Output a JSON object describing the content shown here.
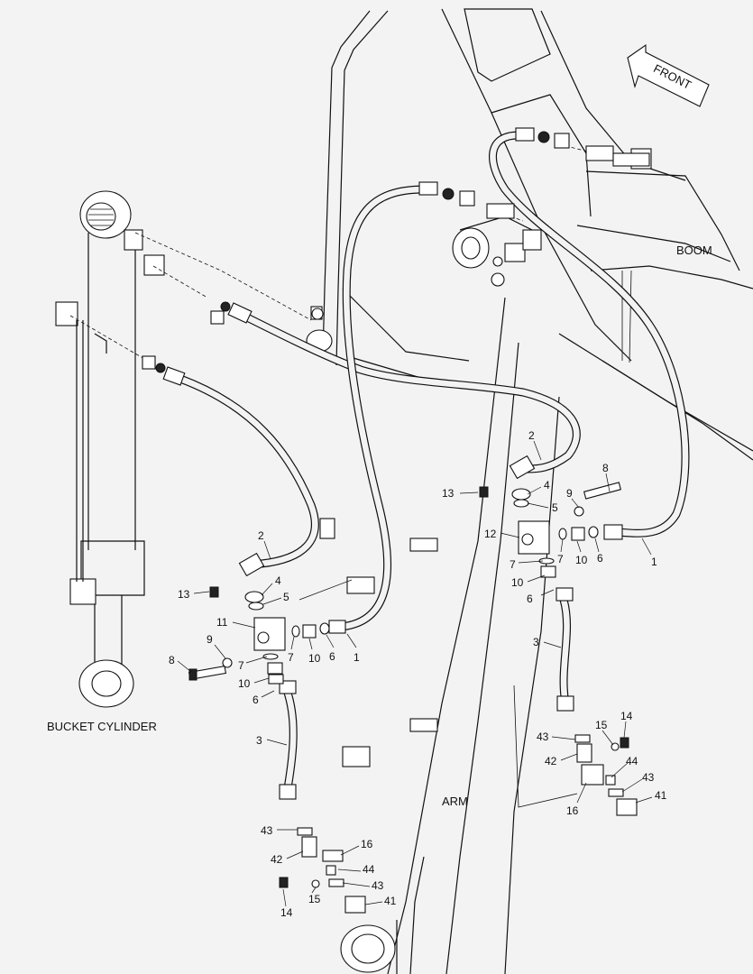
{
  "labels": {
    "front": "FRONT",
    "boom": "BOOM",
    "arm": "ARM",
    "bucket_cylinder": "BUCKET CYLINDER"
  },
  "callouts": {
    "r_2": "2",
    "r_13": "13",
    "r_4": "4",
    "r_5": "5",
    "r_8": "8",
    "r_9": "9",
    "r_12": "12",
    "r_7a": "7",
    "r_7b": "7",
    "r_10a": "10",
    "r_6a": "6",
    "r_1": "1",
    "r_10b": "10",
    "r_6b": "6",
    "r_3": "3",
    "r_14": "14",
    "r_15": "15",
    "r_43a": "43",
    "r_42": "42",
    "r_44": "44",
    "r_43b": "43",
    "r_16": "16",
    "r_41": "41",
    "l_2": "2",
    "l_13": "13",
    "l_4": "4",
    "l_5": "5",
    "l_11": "11",
    "l_9": "9",
    "l_8": "8",
    "l_7a": "7",
    "l_7b": "7",
    "l_10a": "10",
    "l_6a": "6",
    "l_1": "1",
    "l_10b": "10",
    "l_6b": "6",
    "l_3": "3",
    "l_43a": "43",
    "l_42": "42",
    "l_16": "16",
    "l_44": "44",
    "l_14": "14",
    "l_15": "15",
    "l_43b": "43",
    "l_41": "41"
  }
}
